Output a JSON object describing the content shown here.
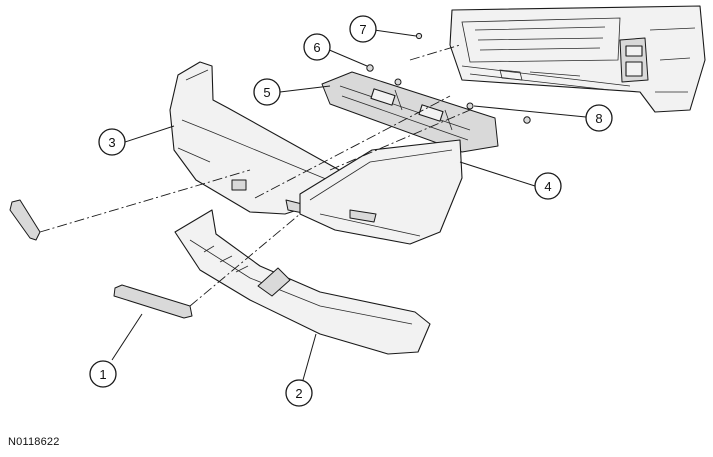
{
  "figure_id": "N0118622",
  "callouts": [
    {
      "label": "1"
    },
    {
      "label": "2"
    },
    {
      "label": "3"
    },
    {
      "label": "4"
    },
    {
      "label": "5"
    },
    {
      "label": "6"
    },
    {
      "label": "7"
    },
    {
      "label": "8"
    }
  ]
}
